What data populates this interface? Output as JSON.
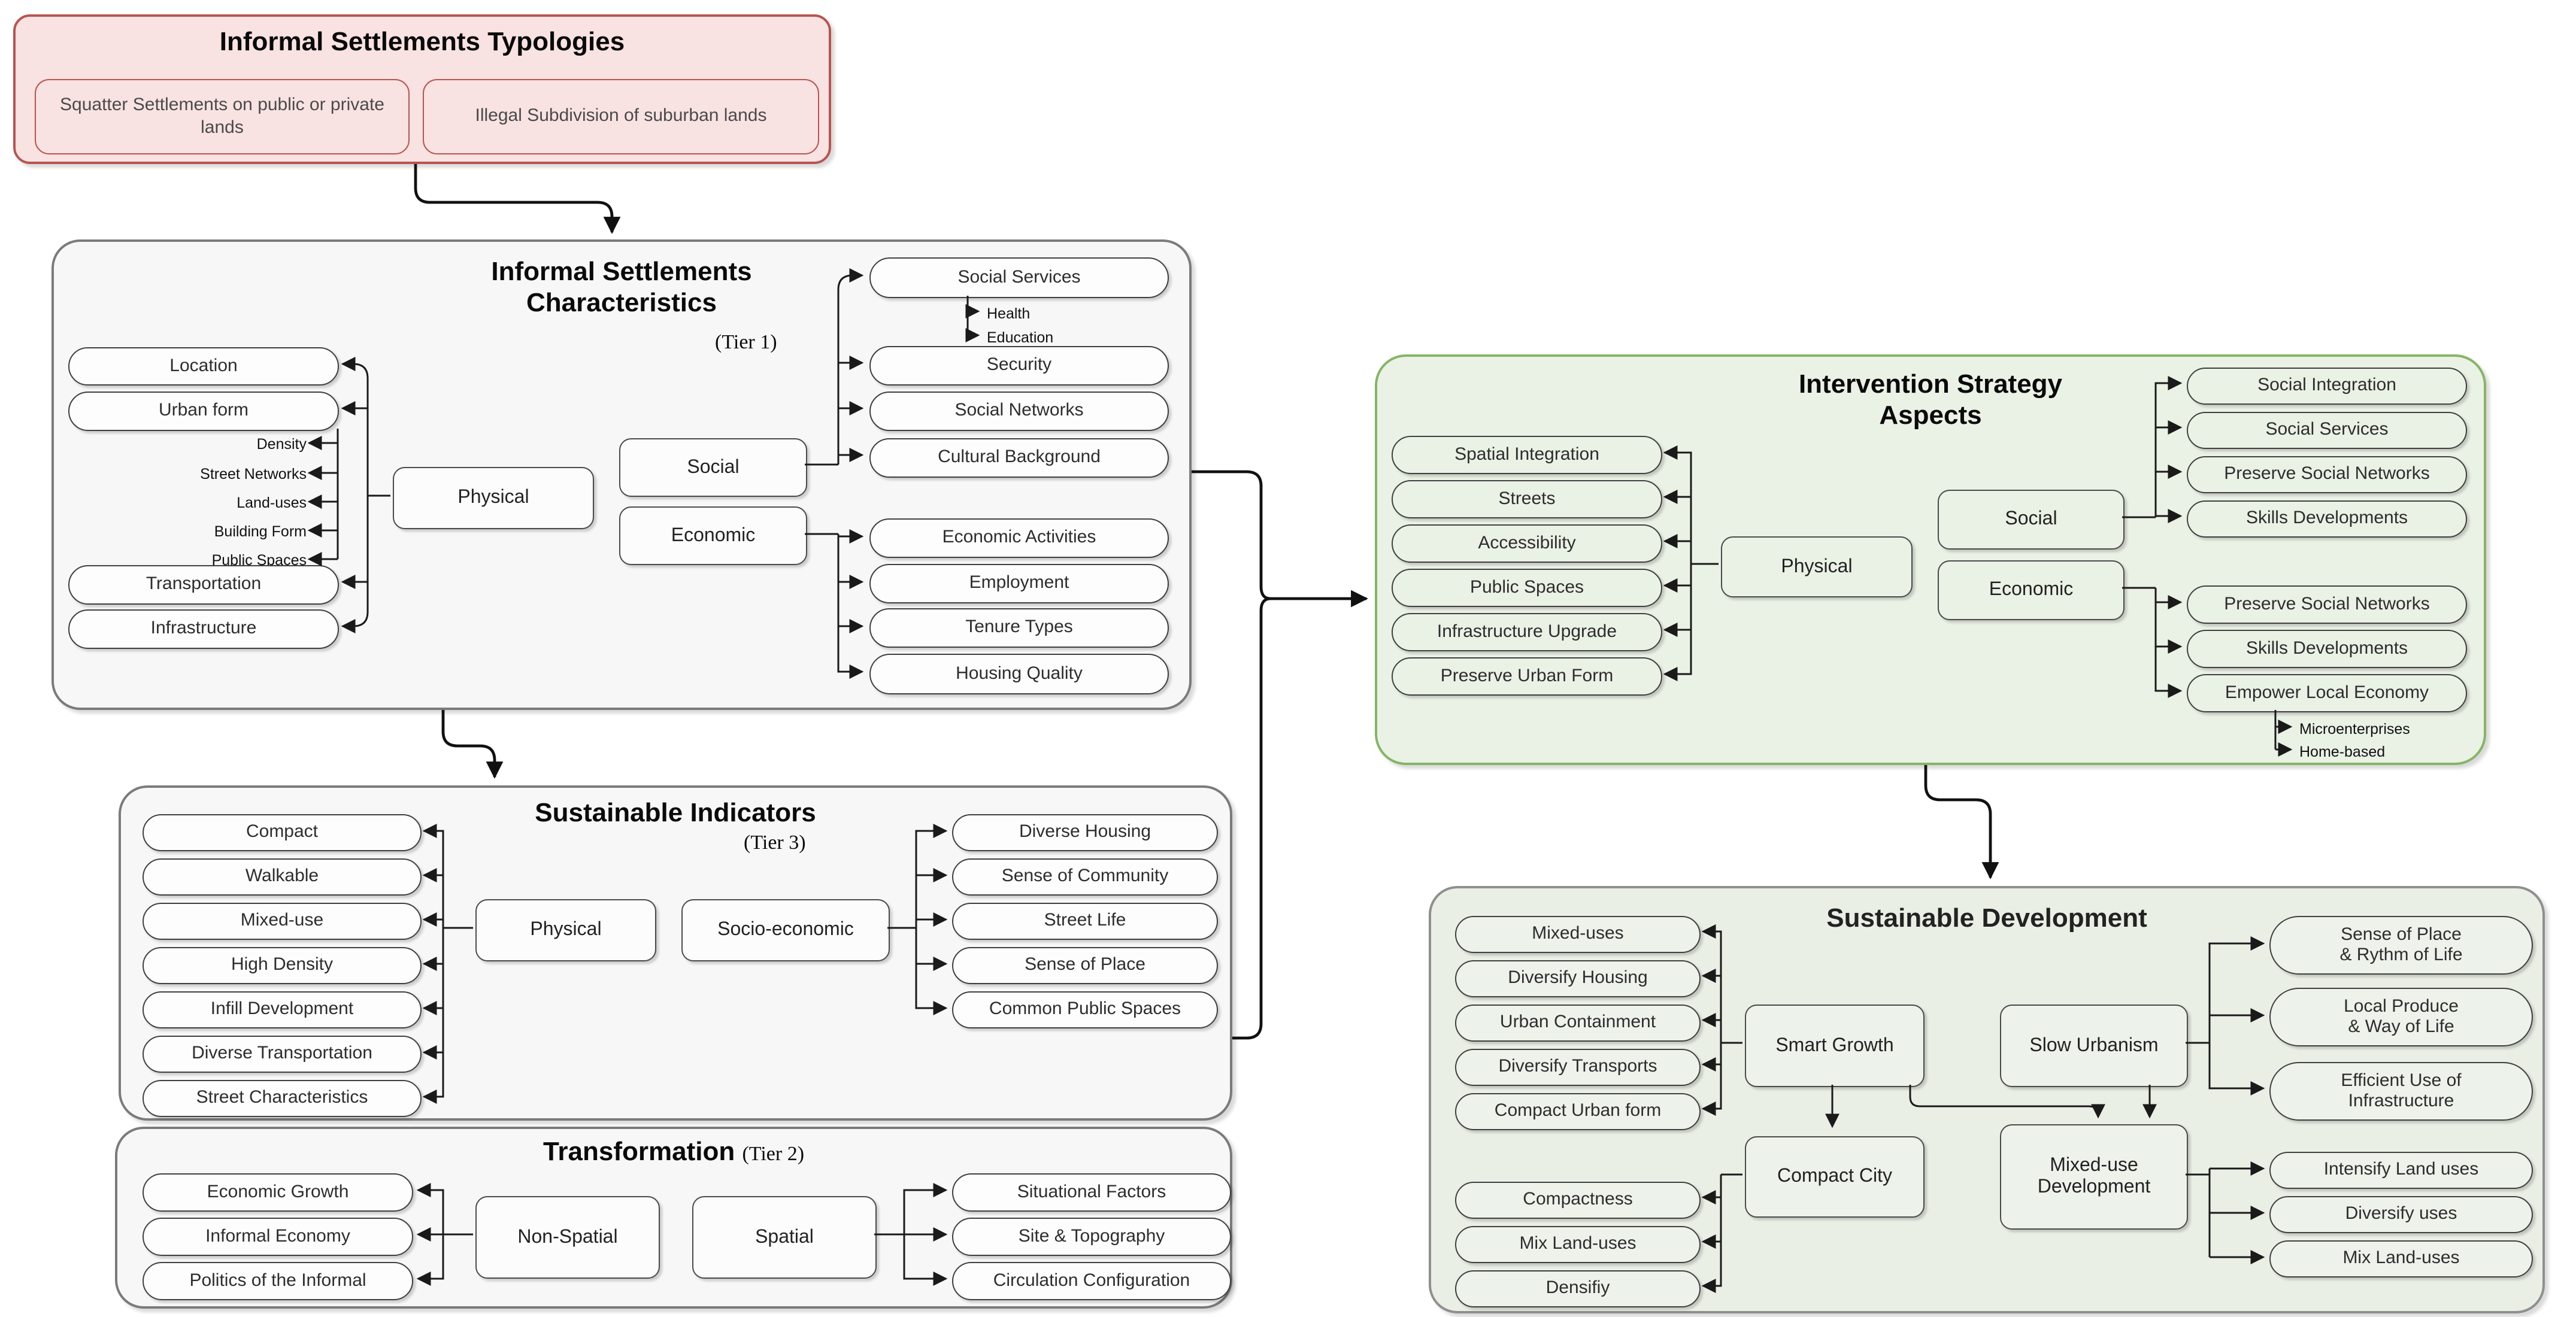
{
  "typologies": {
    "title": "Informal Settlements Typologies",
    "item1": "Squatter Settlements on public or private lands",
    "item2": "Illegal Subdivision of suburban lands"
  },
  "characteristics": {
    "title": "Informal Settlements\nCharacteristics",
    "tier": "(Tier 1)",
    "hub_physical": "Physical",
    "hub_social": "Social",
    "hub_economic": "Economic",
    "left_items": [
      "Location",
      "Urban form",
      "Transportation",
      "Infrastructure"
    ],
    "urban_form_subs": [
      "Density",
      "Street Networks",
      "Land-uses",
      "Building Form",
      "Public Spaces"
    ],
    "social_items": [
      "Social Services",
      "Security",
      "Social Networks",
      "Cultural Background"
    ],
    "social_services_subs": [
      "Health",
      "Education"
    ],
    "economic_items": [
      "Economic Activities",
      "Employment",
      "Tenure Types",
      "Housing Quality"
    ]
  },
  "indicators": {
    "title": "Sustainable Indicators",
    "tier": "(Tier 3)",
    "hub_physical": "Physical",
    "hub_socio": "Socio-economic",
    "physical_items": [
      "Compact",
      "Walkable",
      "Mixed-use",
      "High Density",
      "Infill Development",
      "Diverse Transportation",
      "Street Characteristics"
    ],
    "socio_items": [
      "Diverse Housing",
      "Sense of Community",
      "Street Life",
      "Sense of Place",
      "Common Public Spaces"
    ]
  },
  "transformation": {
    "title": "Transformation",
    "tier": "(Tier 2)",
    "hub_nonspatial": "Non-Spatial",
    "hub_spatial": "Spatial",
    "nonspatial_items": [
      "Economic Growth",
      "Informal Economy",
      "Politics of the Informal"
    ],
    "spatial_items": [
      "Situational Factors",
      "Site & Topography",
      "Circulation Configuration"
    ]
  },
  "intervention": {
    "title": "Intervention Strategy\nAspects",
    "hub_physical": "Physical",
    "hub_social": "Social",
    "hub_economic": "Economic",
    "physical_items": [
      "Spatial Integration",
      "Streets",
      "Accessibility",
      "Public Spaces",
      "Infrastructure Upgrade",
      "Preserve Urban Form"
    ],
    "social_items": [
      "Social Integration",
      "Social Services",
      "Preserve Social Networks",
      "Skills Developments"
    ],
    "economic_items": [
      "Preserve Social Networks",
      "Skills Developments",
      "Empower Local Economy"
    ],
    "empower_subs": [
      "Microenterprises",
      "Home-based"
    ]
  },
  "development": {
    "title": "Sustainable Development",
    "hub_smart": "Smart Growth",
    "hub_slow": "Slow Urbanism",
    "hub_compact": "Compact City",
    "hub_mixed": "Mixed-use\nDevelopment",
    "smart_items": [
      "Mixed-uses",
      "Diversify Housing",
      "Urban Containment",
      "Diversify Transports",
      "Compact Urban form"
    ],
    "compact_items": [
      "Compactness",
      "Mix Land-uses",
      "Densifiy"
    ],
    "slow_items": [
      "Sense of Place\n& Rythm of Life",
      "Local Produce\n& Way of Life",
      "Efficient Use of\nInfrastructure"
    ],
    "mixed_items": [
      "Intensify Land uses",
      "Diversify uses",
      "Mix Land-uses"
    ]
  },
  "colors": {
    "pink_fill": "#f9e2e2",
    "red_stroke": "#b85450",
    "gray_fill": "#f7f7f7",
    "gray_stroke": "#7b7b7b",
    "green_fill": "#eaf1e5",
    "green_stroke": "#85b565",
    "dev_fill": "#e9efe5",
    "line": "#1a1a1a"
  }
}
